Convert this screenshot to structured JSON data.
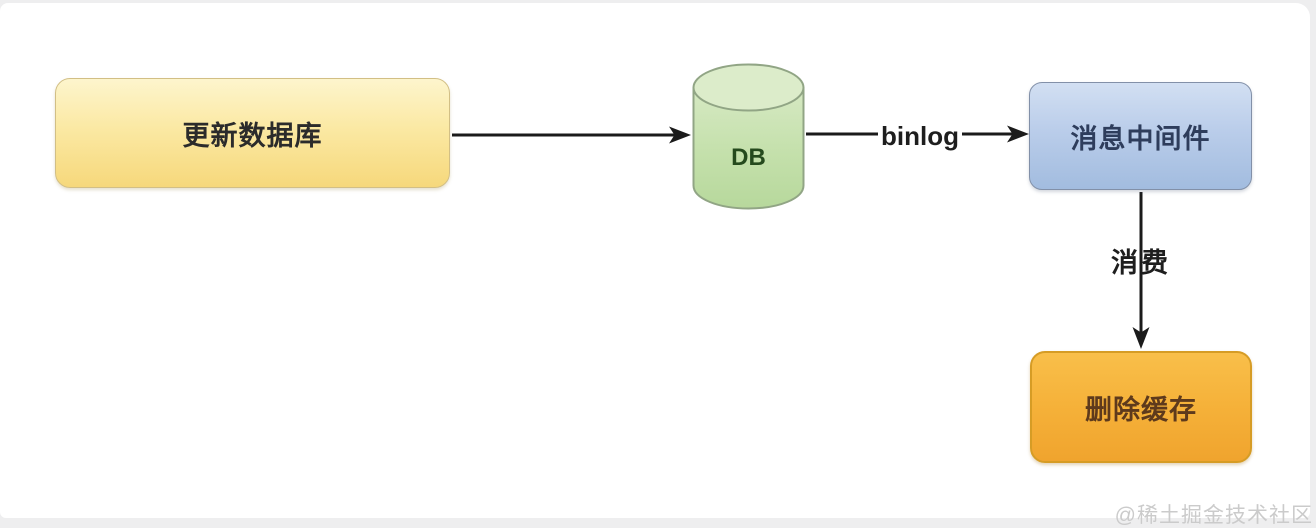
{
  "page": {
    "background": "#eeeeef",
    "card_background": "#ffffff",
    "watermark": "@稀土掘金技术社区"
  },
  "diagram": {
    "type": "flow-diagram",
    "nodes": [
      {
        "id": "update-database",
        "shape": "rounded-rectangle",
        "label": "更新数据库",
        "fill_top": "#fdf5cd",
        "fill_bottom": "#f6d87b",
        "border_color": "#d2bf85",
        "text_color": "#2b2b2b"
      },
      {
        "id": "db",
        "shape": "cylinder",
        "label": "DB",
        "fill_top": "#dcecca",
        "fill_bottom": "#b7d89c",
        "border_color": "#91a585",
        "text_color": "#254a1d"
      },
      {
        "id": "message-middleware",
        "shape": "rounded-rectangle",
        "label": "消息中间件",
        "fill_top": "#d2dff2",
        "fill_bottom": "#a2bcdf",
        "border_color": "#8290a8",
        "text_color": "#2e3d5c"
      },
      {
        "id": "delete-cache",
        "shape": "rounded-rectangle",
        "label": "删除缓存",
        "fill_top": "#f9bf4a",
        "fill_bottom": "#f0a42e",
        "border_color": "#d69c25",
        "text_color": "#5e3a1c"
      }
    ],
    "edges": [
      {
        "id": "update-database-to-db",
        "from": "update-database",
        "to": "db"
      },
      {
        "id": "db-to-message-middleware",
        "from": "db",
        "to": "message-middleware",
        "label": "binlog"
      },
      {
        "id": "message-middleware-to-delete-cache",
        "from": "message-middleware",
        "to": "delete-cache",
        "label": "消费"
      }
    ],
    "edge_color": "#1b1b1b",
    "edge_label_color": "#1e1e1e"
  }
}
